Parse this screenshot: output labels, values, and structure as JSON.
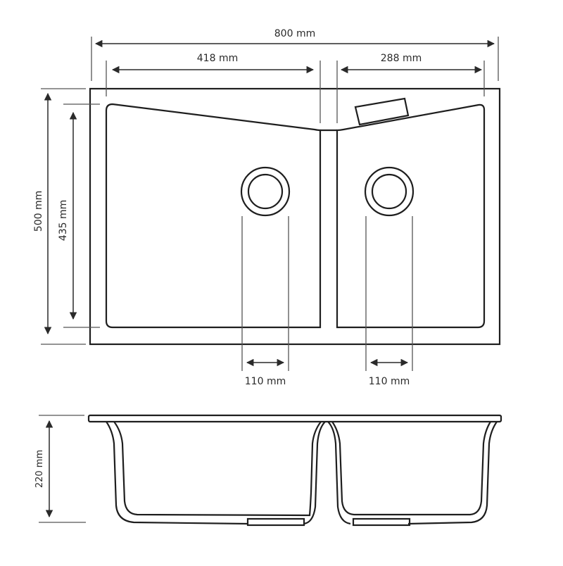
{
  "diagram": {
    "type": "technical dimension drawing",
    "subject": "double bowl kitchen sink",
    "top_view": {
      "dimensions": {
        "overall_width": "800 mm",
        "left_bowl_width": "418 mm",
        "right_bowl_width": "288 mm",
        "overall_depth": "500 mm",
        "bowl_depth": "435 mm",
        "left_drain_diameter": "110 mm",
        "right_drain_diameter": "110 mm"
      },
      "features": [
        "left-bowl",
        "right-bowl",
        "center-divider",
        "left-drain",
        "right-drain",
        "overflow-slot"
      ]
    },
    "side_view": {
      "dimensions": {
        "bowl_height": "220 mm"
      },
      "features": [
        "rim",
        "left-bowl-profile",
        "right-bowl-profile",
        "left-drain-outlet",
        "right-drain-outlet"
      ]
    },
    "colors": {
      "line": "#1e1e1e",
      "background": "#ffffff"
    }
  }
}
